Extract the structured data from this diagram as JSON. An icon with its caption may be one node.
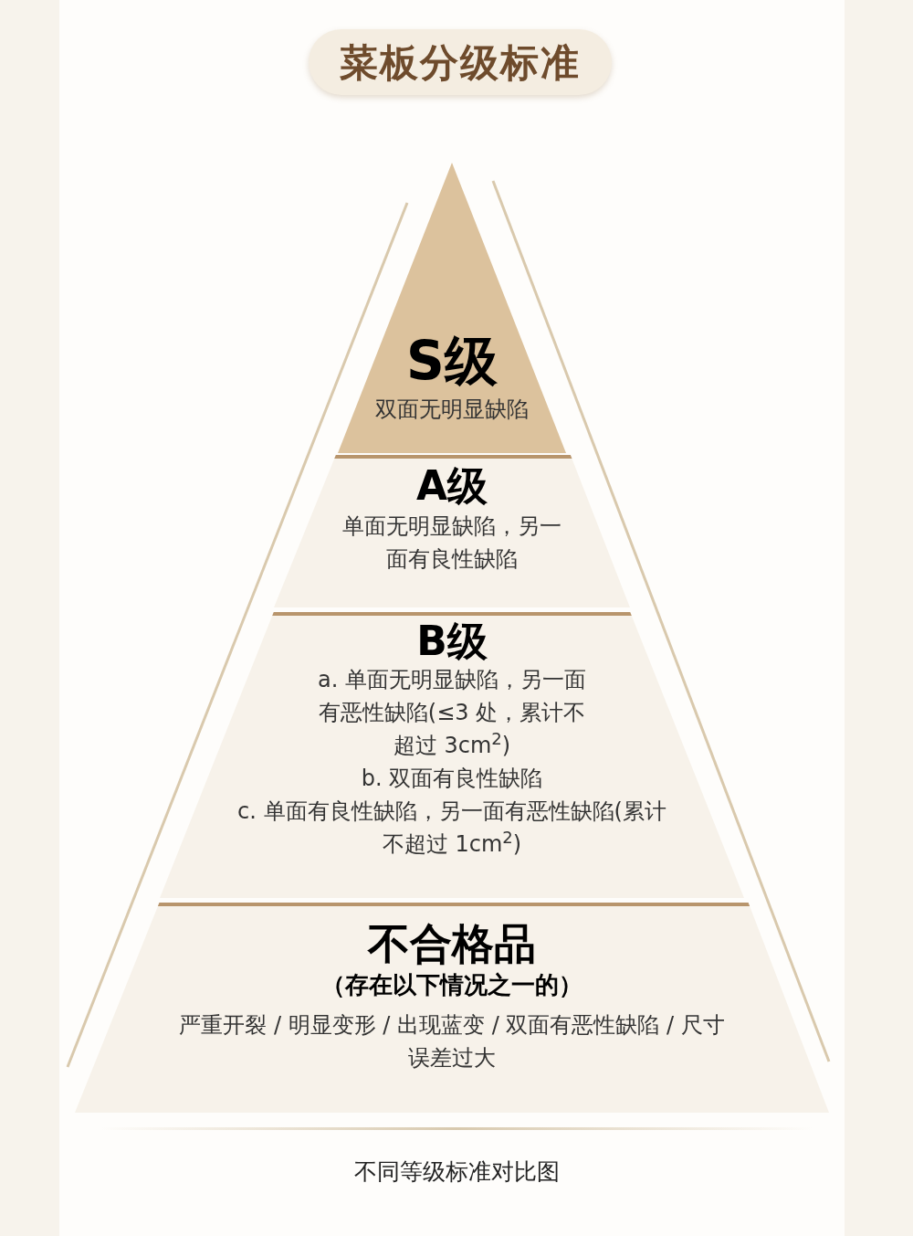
{
  "diagram": {
    "title": "菜板分级标准",
    "nodes": [
      {
        "text": [
          "S级",
          "双面无明显缺陷"
        ]
      },
      {
        "text": [
          "A级",
          "单面无明显缺陷，另一面有良性缺陷"
        ]
      },
      {
        "text": [
          "B级",
          "a. 单面无明显缺陷，另一面有恶性缺陷(≤3 处，累计不超过 3cm$^{2}$)",
          "b. 双面有良性缺陷",
          "c. 单面有良性缺陷，另一面有恶性缺陷(累计不超过 1cm$^{2}$)"
        ]
      },
      {
        "text": [
          "不合格品",
          "（存在以下情况之一的）",
          "严重开裂 / 明显变形 / 出现蓝变 / 双面有恶性缺陷 / 尺寸误差过大"
        ]
      }
    ],
    "caption": "不同等级标准对比图"
  }
}
